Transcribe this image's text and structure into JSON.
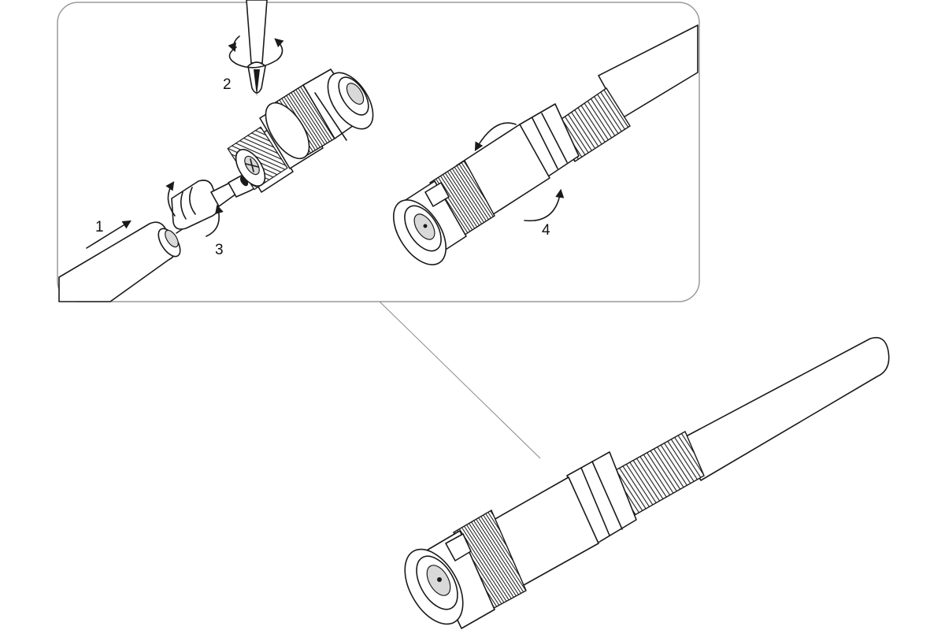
{
  "diagram": {
    "steps": [
      {
        "label": "1",
        "action": "insert-cable"
      },
      {
        "label": "2",
        "action": "rotate-tool"
      },
      {
        "label": "3",
        "action": "rotate-contact"
      },
      {
        "label": "4",
        "action": "rotate-sleeve"
      }
    ],
    "colors": {
      "line": "#1a1a1a",
      "panel_border": "#9a9a9a",
      "background": "#ffffff",
      "shade": "#d9d9d9"
    },
    "icons": [
      "screwdriver-icon",
      "rotation-arrow-icon",
      "bnc-connector-icon",
      "coax-cable-icon",
      "pin-contact-icon"
    ]
  }
}
